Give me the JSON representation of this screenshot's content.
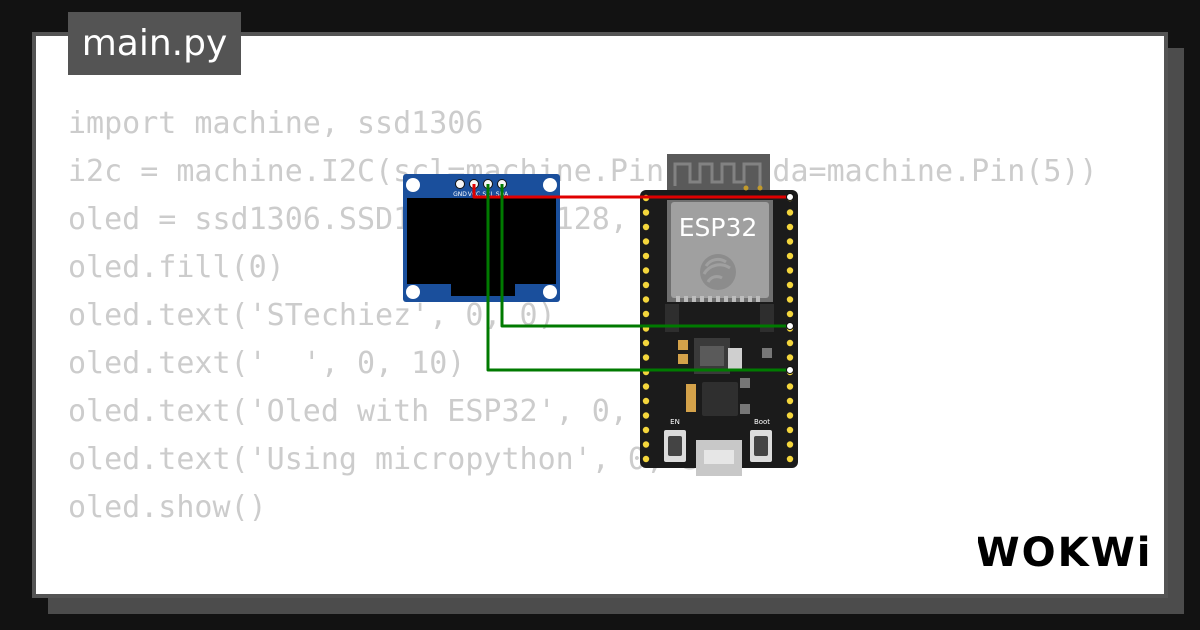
{
  "file_tab": {
    "label": "main.py"
  },
  "code": {
    "lines": [
      "import machine, ssd1306",
      "i2c = machine.I2C(scl=machine.Pin(4), sda=machine.Pin(5))",
      "oled = ssd1306.SSD1306_I2C(128, 64, i2c)",
      "oled.fill(0)",
      "oled.text('STechiez', 0, 0)",
      "oled.text('  ', 0, 10)",
      "oled.text('Oled with ESP32', 0, 20)",
      "oled.text('Using micropython', 0, 30)",
      "oled.show()"
    ]
  },
  "oled": {
    "pin_labels": [
      "GND",
      "VCC",
      "SCL",
      "SDA"
    ]
  },
  "esp32": {
    "label": "ESP32",
    "en_label": "EN",
    "boot_label": "Boot"
  },
  "logo": {
    "text": "WOKWi"
  },
  "colors": {
    "background": "#121212",
    "card": "#ffffff",
    "tab": "#545454",
    "code_text": "#cccccc",
    "wire_red": "#e00000",
    "wire_green": "#007a00",
    "oled_pcb": "#1a4f9c",
    "esp32_pcb": "#1b1b1b"
  }
}
